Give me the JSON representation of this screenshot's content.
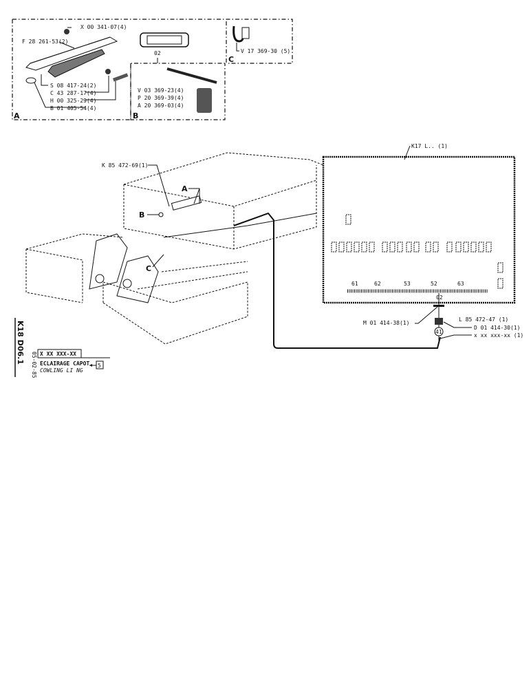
{
  "inset_a": {
    "letter": "A",
    "labels": [
      "X 00 341-07(4)",
      "F 28 261-53(2)",
      "S 08 417-24(2)",
      "C 43 287-17(4)",
      "H 00 325-29(4)",
      "B 01 405-54(4)"
    ]
  },
  "inset_b": {
    "letter": "B",
    "ref": "02",
    "labels": [
      "V 03 369-23(4)",
      "P 20 369-39(4)",
      "A 20 369-03(4)"
    ]
  },
  "inset_c": {
    "letter": "C",
    "labels": [
      "V 17 369-30 (5)"
    ]
  },
  "main": {
    "bracket_label": "K 85 472-69(1)",
    "callouts": [
      "A",
      "B",
      "C"
    ],
    "panel_label": "K17 L.. (1)",
    "connector_numbers": [
      "61",
      "62",
      "53",
      "52",
      "63"
    ],
    "connector_ref": "02",
    "parts": [
      "M 01 414-38(1)",
      "L 85 472-47 (1)",
      "D 01 414-30(1)",
      "x xx xxx-xx (1)"
    ],
    "circle_ref": "41"
  },
  "title_block": {
    "sheet": "K18 D06.1",
    "date": "05-02-85",
    "code": "X XX XXX-XX",
    "title_fr": "ECLAIRAGE CAPOT",
    "title_en": "COWLING LI     NG",
    "ref": "5"
  }
}
